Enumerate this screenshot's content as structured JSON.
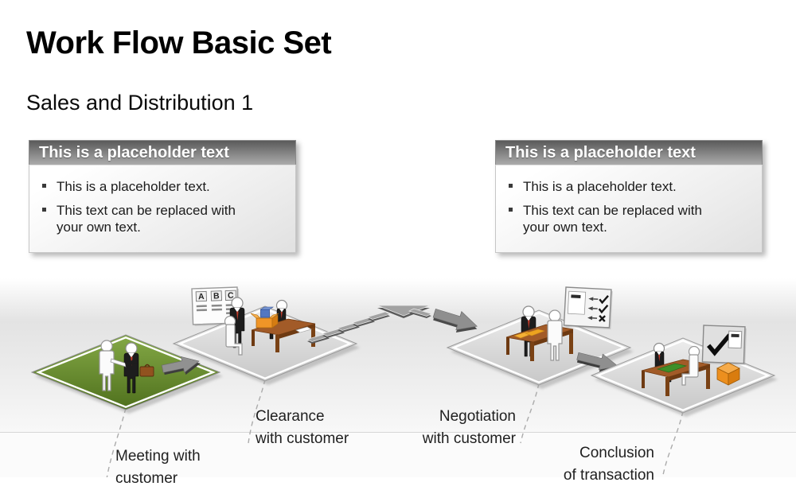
{
  "slide": {
    "title": "Work Flow Basic Set",
    "subtitle": "Sales and Distribution 1"
  },
  "placeholder_boxes": [
    {
      "header": "This is a placeholder text",
      "bullets": [
        "This is a placeholder text.",
        "This text can be replaced with your own text."
      ]
    },
    {
      "header": "This is a placeholder text",
      "bullets": [
        "This is a placeholder text.",
        "This text can be replaced with your own text."
      ]
    }
  ],
  "workflow": {
    "steps": [
      {
        "name": "meeting",
        "line1": "Meeting with",
        "line2": "customer"
      },
      {
        "name": "clearance",
        "line1": "Clearance",
        "line2": "with customer"
      },
      {
        "name": "negotiation",
        "line1": "Negotiation",
        "line2": "with customer"
      },
      {
        "name": "conclusion",
        "line1": "Conclusion",
        "line2": "of transaction"
      }
    ],
    "abc_letters": [
      "A",
      "B",
      "C"
    ]
  },
  "icons": {
    "handshake-people-icon": "two figures shaking hands",
    "abc-board-icon": "presentation board with letters A B C",
    "open-box-icon": "open orange carton with blue cube",
    "document-icon": "paper sheet on table",
    "checklist-board-icon": "board with arrows, two checks and a cross",
    "approved-board-icon": "board with large check mark and sheet",
    "package-box-icon": "orange package cube",
    "flow-arrow-icon": "3D block arrow",
    "dashed-arc-arrow-icon": "dashed chevron arc arrow"
  },
  "colors": {
    "title_text": "#000000",
    "header_bar_top": "#5a5a5a",
    "header_bar_bottom": "#ababab",
    "header_text": "#ffffff",
    "body_text": "#1b1b1b",
    "platform_green": "#6c9132",
    "platform_gray": "#d6d6d6",
    "arrow_gray": "#8f8f8f",
    "table_brown": "#a25b28",
    "box_orange": "#f09527",
    "cube_blue": "#5277c2",
    "tie_red": "#bb3a2a",
    "label_text": "#1f1f1f"
  }
}
